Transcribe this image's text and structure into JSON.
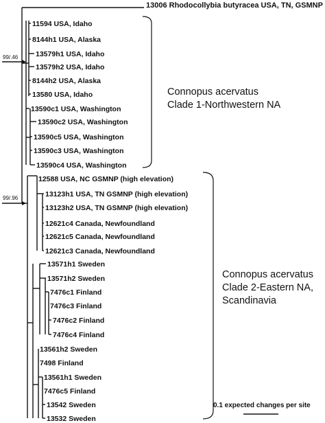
{
  "colors": {
    "ink": "#111111",
    "background": "#ffffff"
  },
  "outgroup": "13006 Rhodocollybia butyracea USA, TN, GSMNP",
  "support": {
    "clade1": "99/.46",
    "clade2": "99/.96"
  },
  "clade1": {
    "label_line1": "Connopus acervatus",
    "label_line2": "Clade 1-Northwestern NA",
    "taxa": [
      "11594 USA, Idaho",
      "8144h1 USA, Alaska",
      "13579h1 USA, Idaho",
      "13579h2 USA, Idaho",
      "8144h2 USA, Alaska",
      "13580 USA, Idaho",
      "13590c1 USA, Washington",
      "13590c2 USA, Washington",
      "13590c5 USA, Washington",
      "13590c3 USA, Washington",
      "13590c4 USA, Washington"
    ]
  },
  "clade2": {
    "label_line1": "Connopus acervatus",
    "label_line2": "Clade 2-Eastern NA,",
    "label_line3": "Scandinavia",
    "taxa": [
      "12588 USA, NC GSMNP (high elevation)",
      "13123h1 USA, TN GSMNP (high elevation)",
      "13123h2 USA, TN GSMNP (high elevation)",
      "12621c4 Canada, Newfoundland",
      "12621c5 Canada, Newfoundland",
      "12621c3 Canada, Newfoundland",
      "13571h1 Sweden",
      "13571h2 Sweden",
      "7476c1 Finland",
      "7476c3 Finland",
      "7476c2 Finland",
      "7476c4 Finland",
      "13561h2 Sweden",
      "7498 Finland",
      "13561h1 Sweden",
      "7476c5 Finland",
      "13542 Sweden",
      "13532 Sweden"
    ]
  },
  "scale_bar": {
    "label": "0.1 expected changes per site"
  }
}
